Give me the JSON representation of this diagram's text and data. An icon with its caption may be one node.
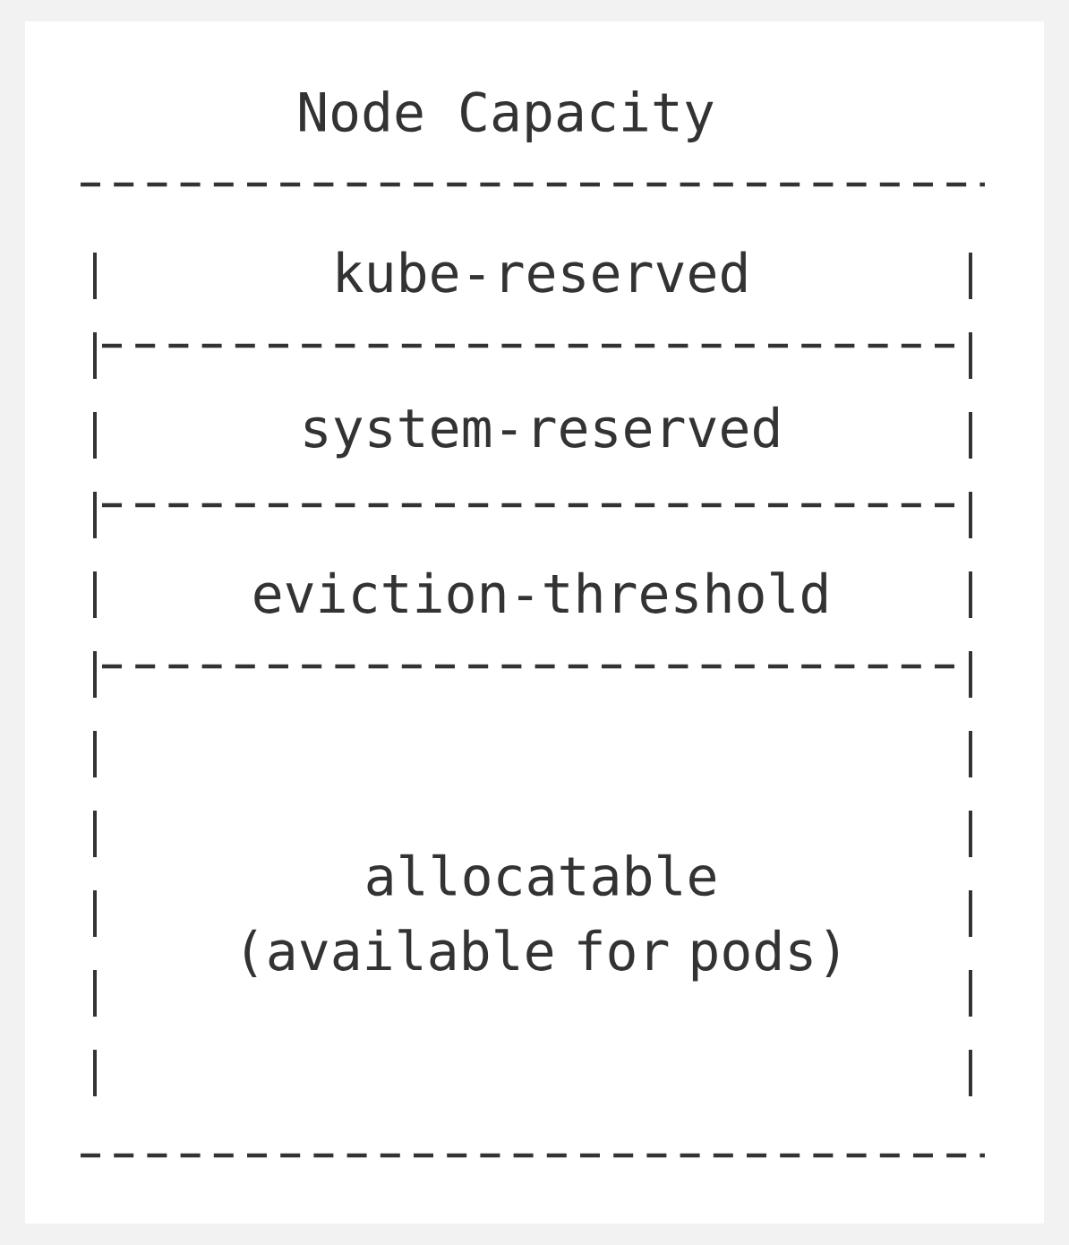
{
  "diagram": {
    "nodes": [
      {
        "text": [
          "Node Capacity"
        ]
      },
      {
        "text": [
          "kube-reserved"
        ],
        "in": 0
      },
      {
        "text": [
          "system-reserved"
        ],
        "in": 0
      },
      {
        "text": [
          "eviction-threshold"
        ],
        "in": 0
      },
      {
        "text": [
          "allocatable (available for pods)"
        ],
        "in": 0
      }
    ]
  }
}
